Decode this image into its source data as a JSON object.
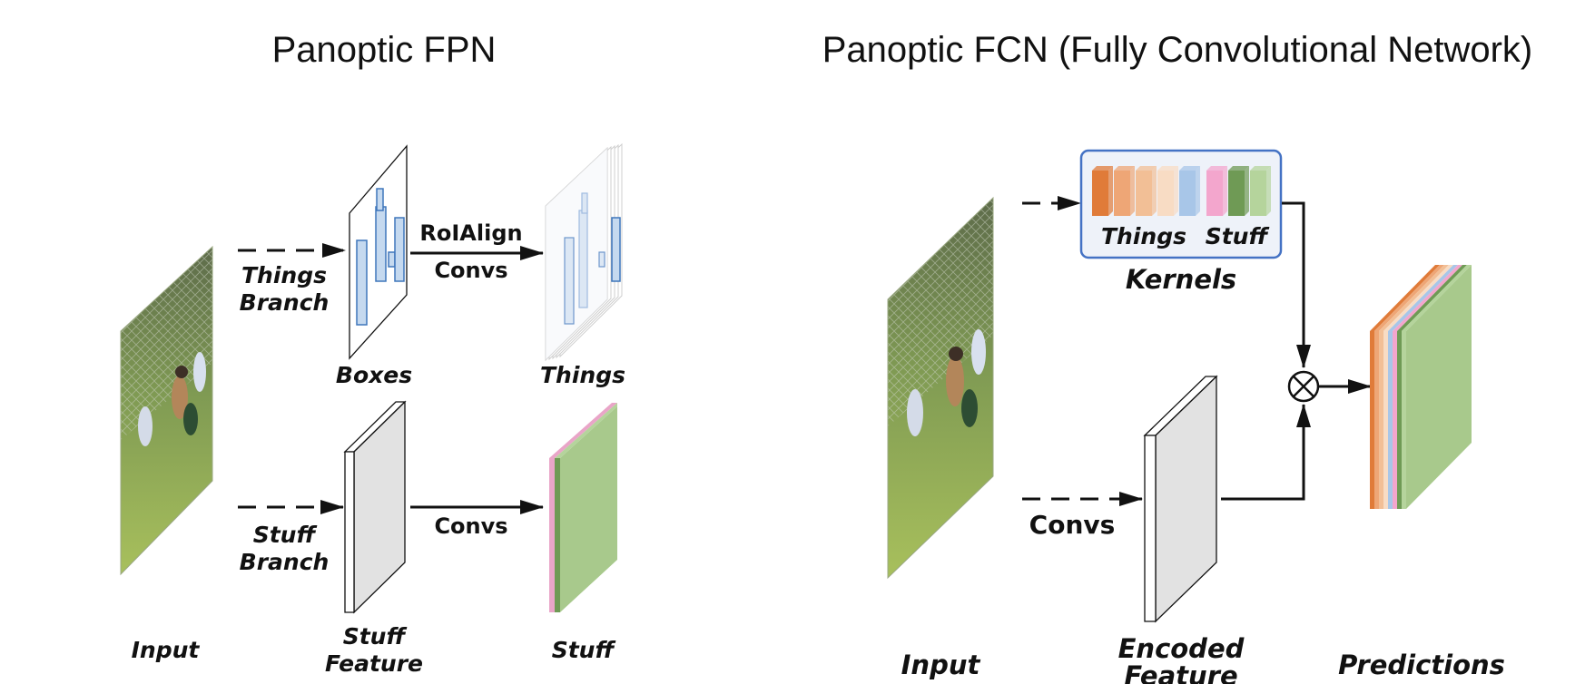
{
  "left": {
    "title": "Panoptic FPN",
    "input_label": "Input",
    "things_branch": [
      "Things",
      "Branch"
    ],
    "stuff_branch": [
      "Stuff",
      "Branch"
    ],
    "boxes_label": "Boxes",
    "roialign_label": "RoIAlign",
    "convs_top_label": "Convs",
    "things_label": "Things",
    "convs_bottom_label": "Convs",
    "stuff_feature": [
      "Stuff",
      "Feature"
    ],
    "stuff_label": "Stuff"
  },
  "right": {
    "title": "Panoptic FCN (Fully Convolutional Network)",
    "input_label": "Input",
    "kernels_label": "Kernels",
    "kernels_things": "Things",
    "kernels_stuff": "Stuff",
    "convs_label": "Convs",
    "encoded_feature": [
      "Encoded",
      "Feature"
    ],
    "predictions_label": "Predictions"
  },
  "colors": {
    "box_fill": "#c5d9ef",
    "box_stroke": "#3f76bb",
    "stuff_green": "#a8c98c",
    "stuff_pink": "#e9a5c8",
    "kernel_border": "#4472c4",
    "kernel_bg": "#eef2f9",
    "things_kernels": [
      "#e07b39",
      "#eea676",
      "#f2bf96",
      "#f8dcc4",
      "#a8c6e8"
    ],
    "stuff_kernels": [
      "#f3a6cd",
      "#6f9a55",
      "#b5d49c"
    ],
    "prediction_layers": [
      "#e07b39",
      "#eea676",
      "#f2bf96",
      "#f8dcc4",
      "#a8c6e8",
      "#f3a6cd",
      "#6f9a55",
      "#b5d49c"
    ]
  }
}
